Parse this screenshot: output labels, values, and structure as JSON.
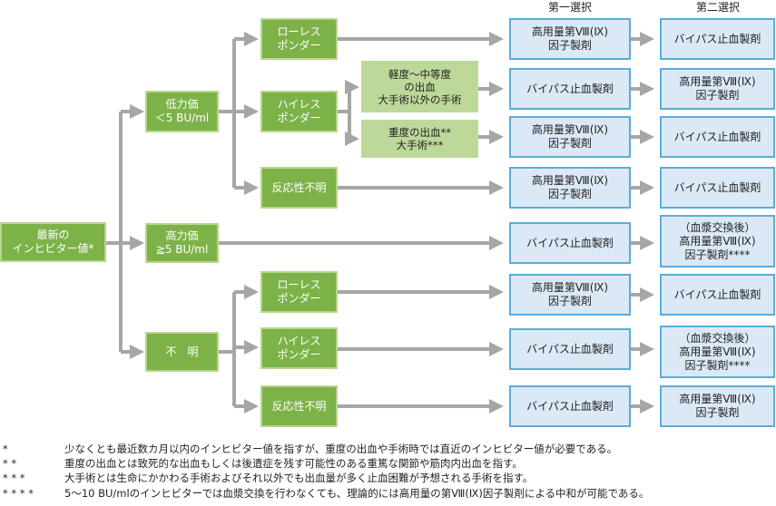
{
  "headers": {
    "first": "第一選択",
    "second": "第二選択"
  },
  "root": {
    "line1": "最新の",
    "line2": "インヒビター値*"
  },
  "low": {
    "line1": "低力価",
    "line2": "＜5 BU/ml"
  },
  "high": {
    "line1": "高力価",
    "line2": "≧5 BU/ml"
  },
  "unknown": {
    "label": "不　明"
  },
  "low_responder": {
    "line1": "ローレス",
    "line2": "ポンダー"
  },
  "high_responder": {
    "line1": "ハイレス",
    "line2": "ポンダー"
  },
  "response_unknown": {
    "label": "反応性不明"
  },
  "mild": {
    "line1": "軽度～中等度",
    "line2": "の出血",
    "line3": "大手術以外の手術"
  },
  "severe": {
    "line1": "重度の出血**",
    "line2": "大手術***"
  },
  "tx": {
    "fviii_1": "高用量第Ⅷ(Ⅸ)",
    "fviii_2": "因子製剤",
    "bypass": "バイパス止血製剤",
    "exch_1": "（血漿交換後）",
    "exch_2": "高用量第Ⅷ(Ⅸ)",
    "exch_3": "因子製剤****"
  },
  "footnotes": [
    {
      "mark": "*",
      "text": "少なくとも最近数カ月以内のインヒビター値を指すが、重度の出血や手術時では直近のインヒビター値が必要である。"
    },
    {
      "mark": "* *",
      "text": "重度の出血とは致死的な出血もしくは後遺症を残す可能性のある重篤な関節や筋肉内出血を指す。"
    },
    {
      "mark": "* * *",
      "text": "大手術とは生命にかかわる手術およびそれ以外でも出血量が多く止血困難が予想される手術を指す。"
    },
    {
      "mark": "* * * *",
      "text": "5～10 BU/mlのインヒビターでは血漿交換を行わなくても、理論的には高用量の第Ⅷ(Ⅸ)因子製剤による中和が可能である。"
    }
  ],
  "colors": {
    "green": "#7db249",
    "light_green": "#bcd99a",
    "blue_fill": "#dae9f5",
    "blue_border": "#5aaddb",
    "arrow": "#a6a6a6"
  }
}
